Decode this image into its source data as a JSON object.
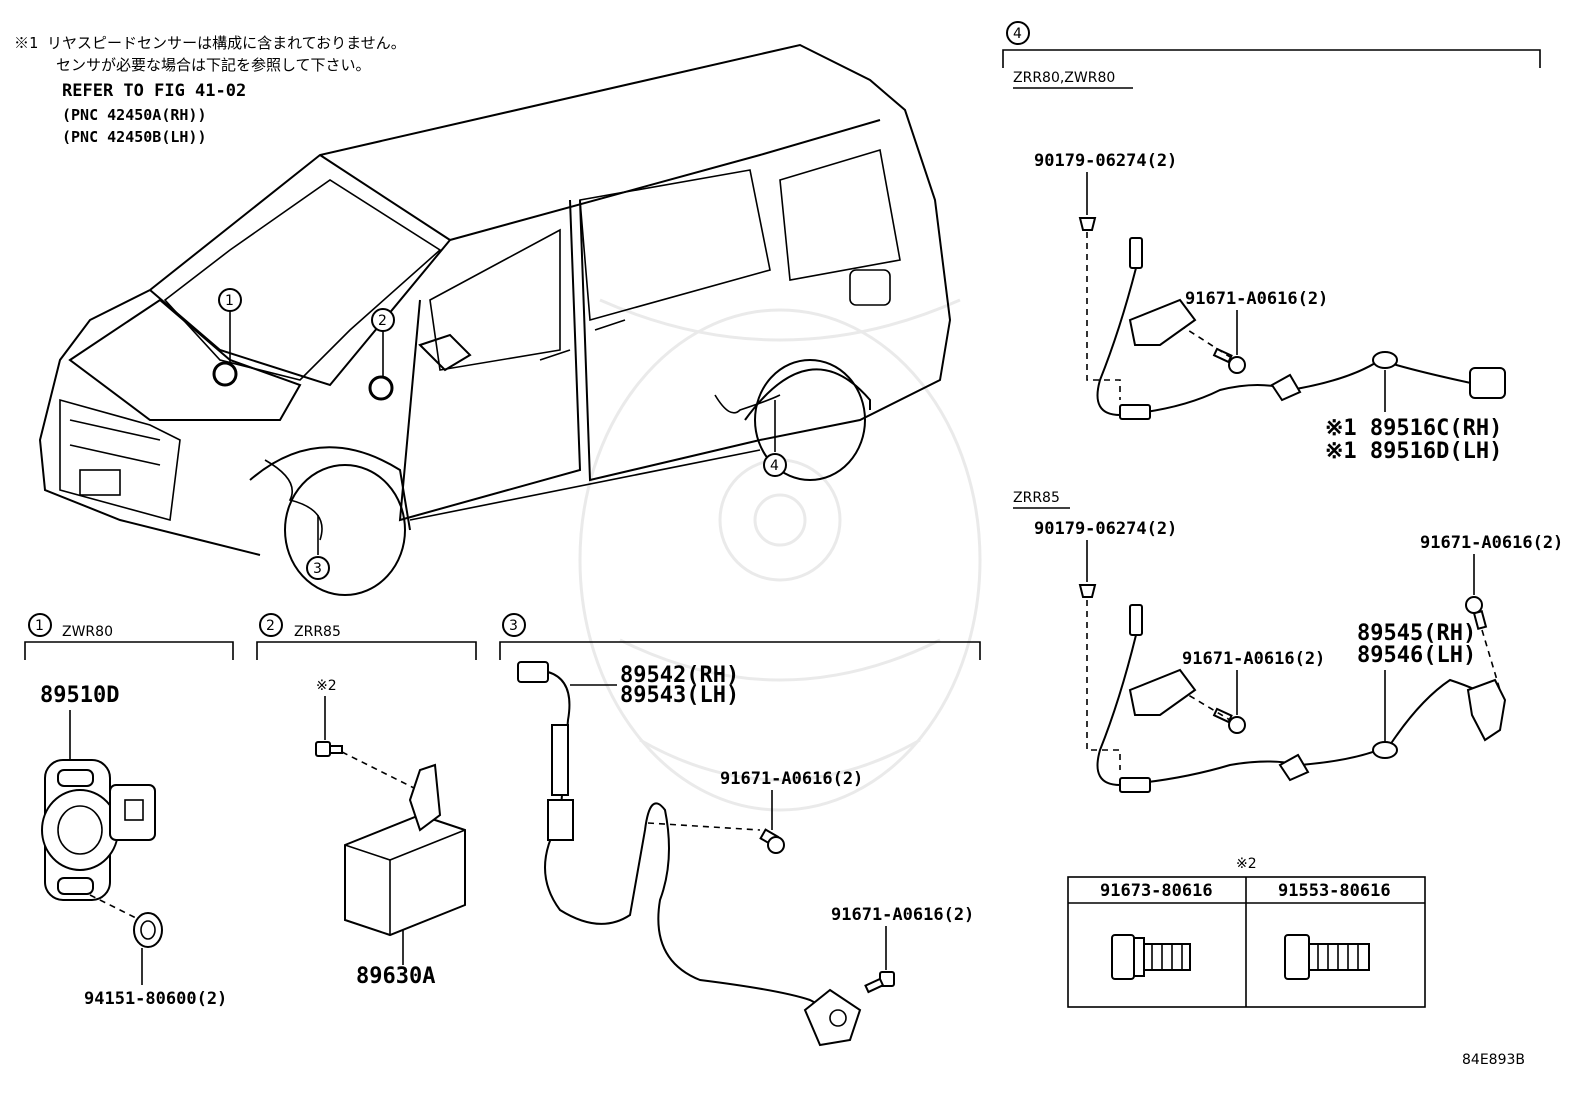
{
  "notes": {
    "line1": "※1 リヤスピードセンサーは構成に含まれておりません。",
    "line2": "センサが必要な場合は下記を参照して下さい。",
    "line3": "REFER TO FIG 41-02",
    "line4": "(PNC 42450A(RH))",
    "line5": "(PNC 42450B(LH))"
  },
  "vehicle_callouts": [
    "1",
    "2",
    "3",
    "4"
  ],
  "section1": {
    "num": "1",
    "label": "ZWR80",
    "part_main": "89510D",
    "part_clip": "94151-80600(2)"
  },
  "section2": {
    "num": "2",
    "label": "ZRR85",
    "note_ref": "※2",
    "part_main": "89630A"
  },
  "section3": {
    "num": "3",
    "part_rh": "89542(RH)",
    "part_lh": "89543(LH)",
    "bolt_a": "91671-A0616(2)",
    "bolt_b": "91671-A0616(2)"
  },
  "section4": {
    "num": "4",
    "sub_a": {
      "label": "ZRR80,ZWR80",
      "clip": "90179-06274(2)",
      "bolt": "91671-A0616(2)",
      "part_rh": "※1 89516C(RH)",
      "part_lh": "※1 89516D(LH)"
    },
    "sub_b": {
      "label": "ZRR85",
      "clip": "90179-06274(2)",
      "bolt_top": "91671-A0616(2)",
      "bolt_mid": "91671-A0616(2)",
      "part_rh": "89545(RH)",
      "part_lh": "89546(LH)"
    }
  },
  "bolt_table": {
    "ref": "※2",
    "headers": [
      "91673-80616",
      "91553-80616"
    ]
  },
  "figure_code": "84E893B"
}
